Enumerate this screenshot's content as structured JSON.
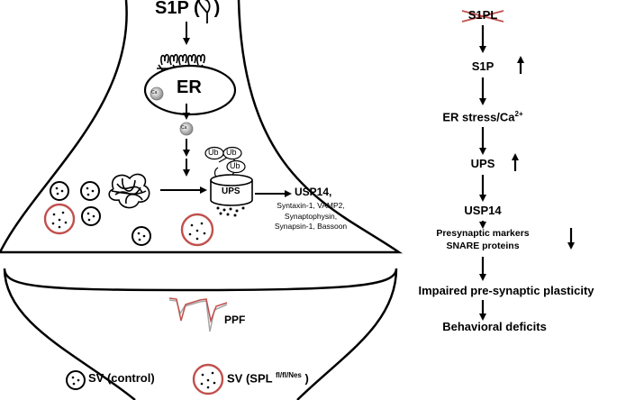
{
  "left_panel": {
    "s1p_label": "S1P (",
    "s1p_close": ")",
    "er_label": "ER",
    "ca_small": "Ca",
    "ca_small_2": "Ca",
    "ub_labels": [
      "Ub",
      "Ub",
      "Ub"
    ],
    "ups_label": "UPS",
    "usp14_label": "USP14,",
    "targets": [
      "Syntaxin-1, VAMP2,",
      "Synaptophysin,",
      "Synapsin-1, Bassoon"
    ],
    "ppf_label": "PPF"
  },
  "right_panel": {
    "spl_label": "S1PL",
    "s1p_label": "S1P",
    "er_stress_label": "ER stress/Ca",
    "er_stress_sup": "2+",
    "ups_label": "UPS",
    "usp14_label": "USP14",
    "markers_label": "Presynaptic markers",
    "snare_label": "SNARE proteins",
    "impaired_label": "Impaired pre-synaptic plasticity",
    "behavior_label": "Behavioral deficits"
  },
  "legend": {
    "control_label": "SV (control)",
    "spl_prefix": "SV (SPL",
    "spl_sup": "fl/fl/Nes",
    "spl_suffix": " )"
  },
  "colors": {
    "vesicle_mutant_border": "#c0504d",
    "cross_out": "#c0504d",
    "trace_red": "#c0504d",
    "trace_gray": "#a6a6a6"
  }
}
